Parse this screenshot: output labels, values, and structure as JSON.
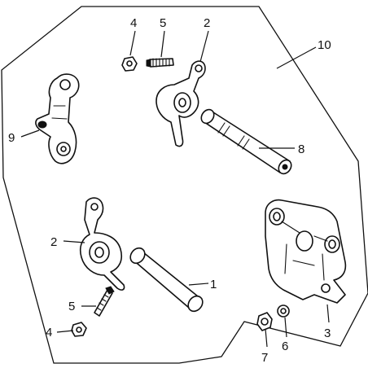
{
  "diagram": {
    "callouts": [
      {
        "id": "c4-top",
        "label": "4"
      },
      {
        "id": "c5-top",
        "label": "5"
      },
      {
        "id": "c2-top",
        "label": "2"
      },
      {
        "id": "c10",
        "label": "10"
      },
      {
        "id": "c9",
        "label": "9"
      },
      {
        "id": "c8",
        "label": "8"
      },
      {
        "id": "c2-bottom",
        "label": "2"
      },
      {
        "id": "c1",
        "label": "1"
      },
      {
        "id": "c5-bottom",
        "label": "5"
      },
      {
        "id": "c4-bottom",
        "label": "4"
      },
      {
        "id": "c7",
        "label": "7"
      },
      {
        "id": "c6",
        "label": "6"
      },
      {
        "id": "c3",
        "label": "3"
      }
    ]
  }
}
